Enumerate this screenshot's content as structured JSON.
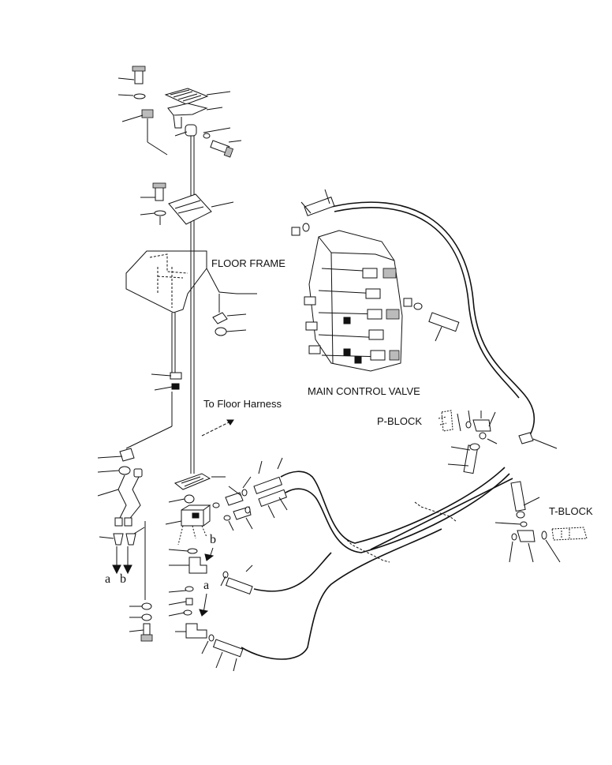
{
  "labels": {
    "floor_frame": "FLOOR FRAME",
    "main_control_valve": "MAIN CONTROL VALVE",
    "to_floor_harness": "To Floor Harness",
    "p_block": "P-BLOCK",
    "t_block": "T-BLOCK"
  },
  "refs": {
    "a_lower": "a",
    "b_lower": "b",
    "b_right": "b",
    "a_right": "a"
  }
}
